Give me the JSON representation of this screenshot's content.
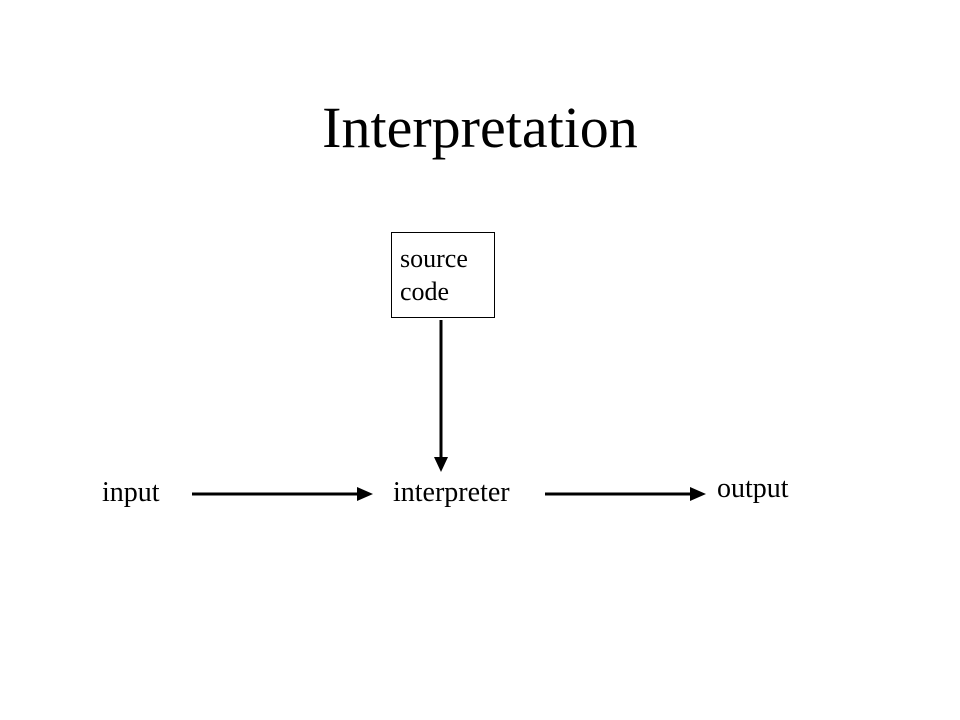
{
  "slide": {
    "title": "Interpretation"
  },
  "diagram": {
    "source_box": {
      "line1": "source",
      "line2": "code"
    },
    "input_label": "input",
    "interpreter_label": "interpreter",
    "output_label": "output"
  },
  "colors": {
    "background": "#ffffff",
    "foreground": "#000000"
  }
}
